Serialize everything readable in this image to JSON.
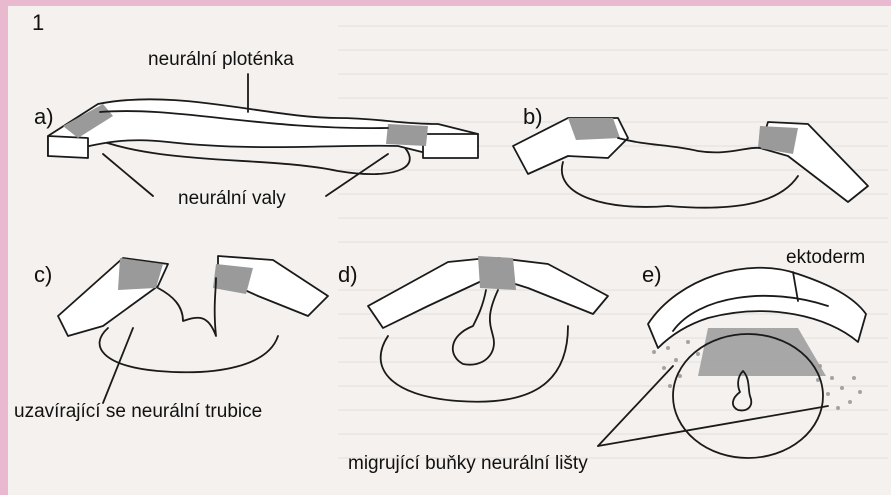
{
  "figure": {
    "number": "1",
    "panels": {
      "a": "a)",
      "b": "b)",
      "c": "c)",
      "d": "d)",
      "e": "e)"
    },
    "labels": {
      "neural_plate": "neurální ploténka",
      "neural_folds": "neurální valy",
      "ectoderm": "ektoderm",
      "closing_tube": "uzavírající se neurální trubice",
      "crest_cells": "migrující buňky neurální lišty"
    }
  }
}
